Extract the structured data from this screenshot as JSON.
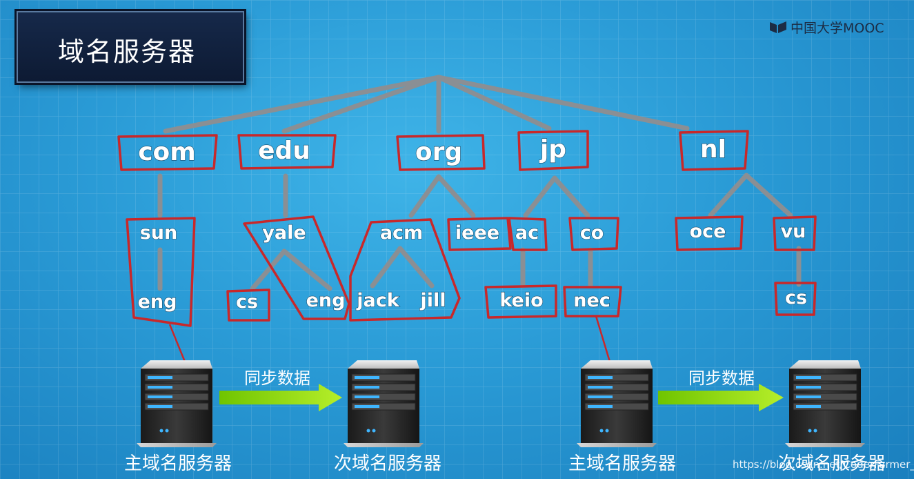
{
  "title": "域名服务器",
  "logo_text": "中国大学MOOC",
  "watermark": "https://blog.csdn.net/CoderFarmer__",
  "colors": {
    "connector": "#8a8f94",
    "zone_border": "#c8282a",
    "arrow": "#8fd400",
    "title_bg": "#0f1e3a"
  },
  "nodes": {
    "com": "com",
    "edu": "edu",
    "org": "org",
    "jp": "jp",
    "nl": "nl",
    "sun": "sun",
    "eng1": "eng",
    "yale": "yale",
    "cs1": "cs",
    "eng2": "eng",
    "acm": "acm",
    "jack": "jack",
    "jill": "jill",
    "ieee": "ieee",
    "ac": "ac",
    "co": "co",
    "keio": "keio",
    "nec": "nec",
    "oce": "oce",
    "vu": "vu",
    "cs2": "cs"
  },
  "servers": {
    "primary1": "主域名服务器",
    "secondary1": "次域名服务器",
    "primary2": "主域名服务器",
    "secondary2": "次域名服务器"
  },
  "sync_labels": [
    "同步数据",
    "同步数据"
  ]
}
